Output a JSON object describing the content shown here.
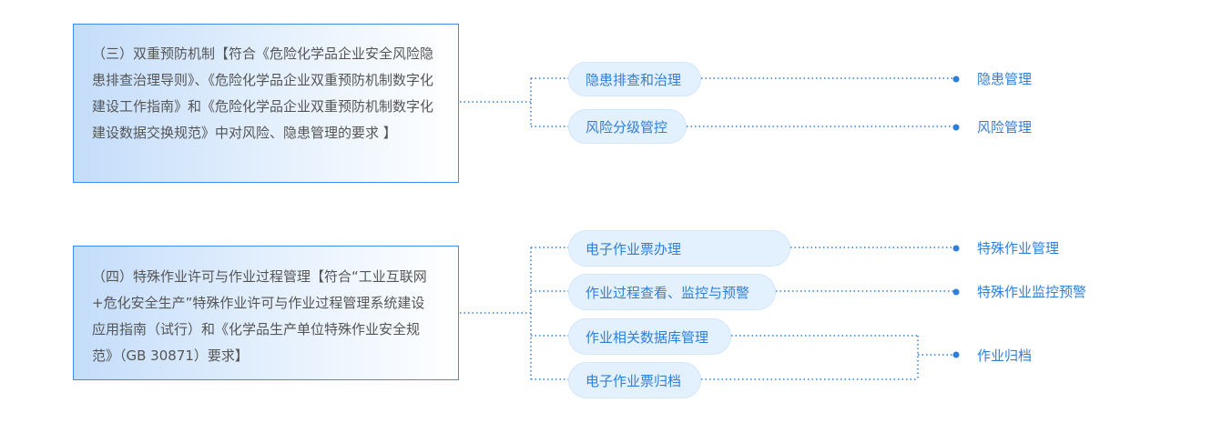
{
  "groups": [
    {
      "requirement": "（三）双重预防机制【符合《危险化学品企业安全风险隐患排查治理导则》、《危险化学品企业双重预防机制数字化建设工作指南》和《危险化学品企业双重预防机制数字化建设数据交换规范》中对风险、隐患管理的要求 】",
      "functions": [
        "隐患排查和治理",
        "风险分级管控"
      ],
      "outputs": [
        "隐患管理",
        "风险管理"
      ]
    },
    {
      "requirement": "（四）特殊作业许可与作业过程管理【符合“工业互联网+危化安全生产”特殊作业许可与作业过程管理系统建设应用指南（试行）和《化学品生产单位特殊作业安全规范》（GB 30871）要求】",
      "functions": [
        "电子作业票办理",
        "作业过程查看、监控与预警",
        "作业相关数据库管理",
        "电子作业票归档"
      ],
      "outputs": [
        "特殊作业管理",
        "特殊作业监控预警",
        "作业归档"
      ]
    }
  ],
  "colors": {
    "accent": "#2f7fd9",
    "border": "#3d8ef0",
    "pill_bg": "#e3f0fd",
    "text": "#555555"
  }
}
